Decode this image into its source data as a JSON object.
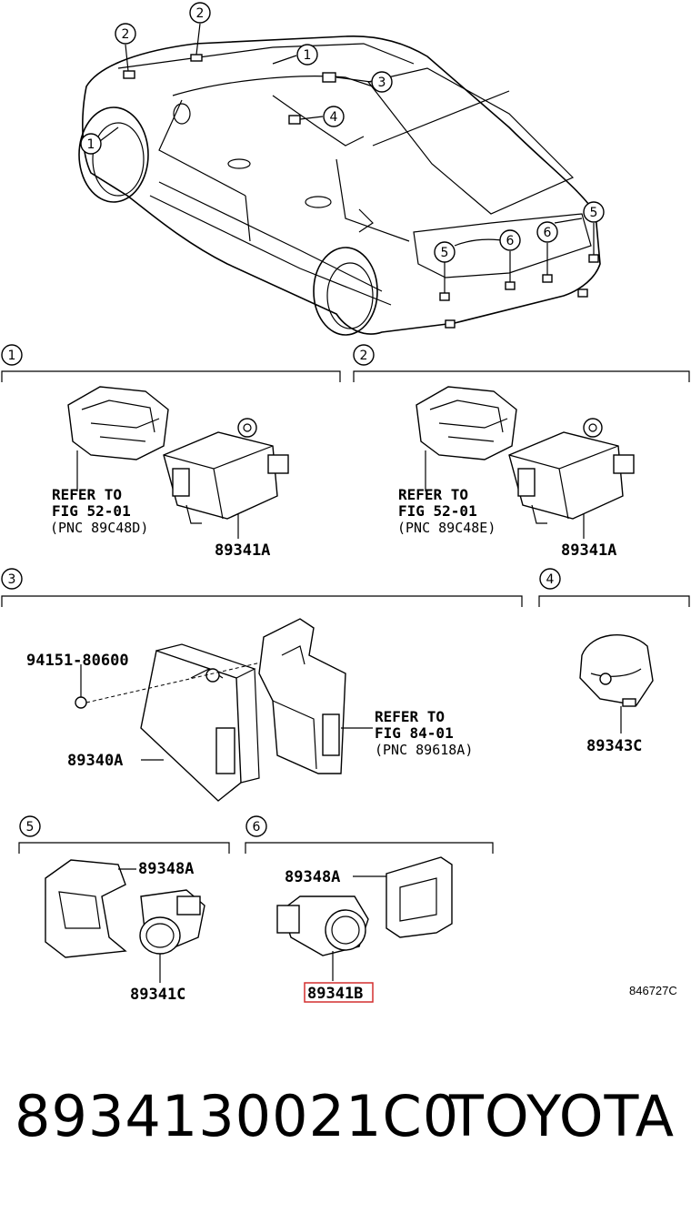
{
  "callouts": [
    "1",
    "2",
    "3",
    "4",
    "5",
    "6"
  ],
  "section1": {
    "number": "1",
    "refer_line1": "REFER TO",
    "refer_line2": "FIG 52-01",
    "refer_line3": "(PNC 89C48D)",
    "part": "89341A"
  },
  "section2": {
    "number": "2",
    "refer_line1": "REFER TO",
    "refer_line2": "FIG 52-01",
    "refer_line3": "(PNC 89C48E)",
    "part": "89341A"
  },
  "section3": {
    "number": "3",
    "bolt_part": "94151-80600",
    "module_part": "89340A",
    "refer_line1": "REFER TO",
    "refer_line2": "FIG 84-01",
    "refer_line3": "(PNC 89618A)"
  },
  "section4": {
    "number": "4",
    "part": "89343C"
  },
  "section5": {
    "number": "5",
    "bracket_part": "89348A",
    "sensor_part": "89341C"
  },
  "section6": {
    "number": "6",
    "bracket_part": "89348A",
    "sensor_part": "89341B"
  },
  "figure_id": "846727C",
  "highlight_color": "#d32f2f",
  "footer": {
    "part_number": "8934130021C0",
    "brand": "TOYOTA"
  }
}
